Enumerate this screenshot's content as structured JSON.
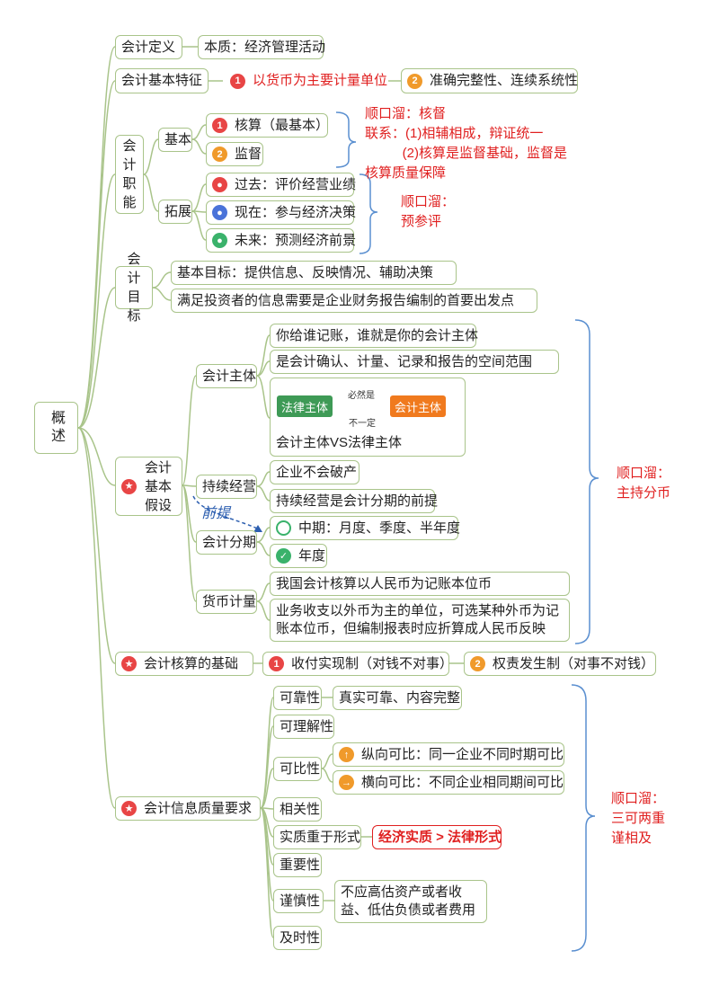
{
  "root": {
    "label": "概述"
  },
  "definition": {
    "label": "会计定义",
    "child": "本质：经济管理活动"
  },
  "features": {
    "label": "会计基本特征",
    "item1": "以货币为主要计量单位",
    "item2": "准确完整性、连续系统性",
    "badge1": "1",
    "badge2": "2"
  },
  "functions": {
    "label": "会计职能",
    "basic": {
      "label": "基本",
      "item1": "核算（最基本）",
      "item2": "监督",
      "badge1": "1",
      "badge2": "2"
    },
    "extend": {
      "label": "拓展",
      "past": "过去：评价经营业绩",
      "present": "现在：参与经济决策",
      "future": "未来：预测经济前景"
    },
    "note1": "顺口溜：核督\n联系：(1)相辅相成，辩证统一\n          (2)核算是监督基础，监督是\n核算质量保障",
    "note2": "顺口溜：\n预参评"
  },
  "goals": {
    "label": "会计目标",
    "item1": "基本目标：提供信息、反映情况、辅助决策",
    "item2": "满足投资者的信息需要是企业财务报告编制的首要出发点"
  },
  "assumptions": {
    "label": "会计基本假设",
    "entity": {
      "label": "会计主体",
      "item1": "你给谁记账，谁就是你的会计主体",
      "item2": "是会计确认、计量、记录和报告的空间范围",
      "legal_box": "法律主体",
      "acct_box": "会计主体",
      "top_arrow": "必然是",
      "bottom_arrow": "不一定",
      "caption": "会计主体VS法律主体"
    },
    "going": {
      "label": "持续经营",
      "item1": "企业不会破产",
      "item2": "持续经营是会计分期的前提"
    },
    "premise": "前提",
    "period": {
      "label": "会计分期",
      "item1": "中期：月度、季度、半年度",
      "item2": "年度"
    },
    "money": {
      "label": "货币计量",
      "item1": "我国会计核算以人民币为记账本位币",
      "item2": "业务收支以外币为主的单位，可选某种外币为记账本位币，但编制报表时应折算成人民币反映"
    },
    "note": "顺口溜：\n主持分币"
  },
  "basis": {
    "label": "会计核算的基础",
    "item1": "收付实现制（对钱不对事）",
    "item2": "权责发生制（对事不对钱）",
    "badge1": "1",
    "badge2": "2"
  },
  "quality": {
    "label": "会计信息质量要求",
    "reliable": "可靠性",
    "reliable_child": "真实可靠、内容完整",
    "understand": "可理解性",
    "compare": "可比性",
    "compare_v": "纵向可比：同一企业不同时期可比",
    "compare_h": "横向可比：不同企业相同期间可比",
    "relevant": "相关性",
    "substance": "实质重于形式",
    "substance_child": "经济实质 > 法律形式",
    "material": "重要性",
    "prudence": "谨慎性",
    "prudence_child": "不应高估资产或者收益、低估负债或者费用",
    "timely": "及时性",
    "note": "顺口溜：\n三可两重\n谨相及"
  },
  "colors": {
    "line": "#a9c48a",
    "bracket": "#5a8fd0",
    "note": "#e02020"
  }
}
